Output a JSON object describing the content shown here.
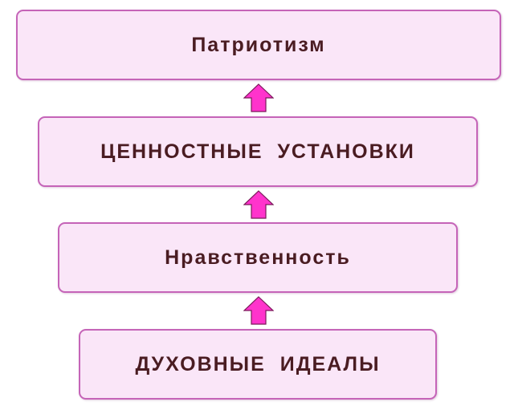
{
  "levels": [
    {
      "label": "Патриотизм"
    },
    {
      "label": "ЦЕННОСТНЫЕ  УСТАНОВКИ"
    },
    {
      "label": "Нравственность"
    },
    {
      "label": "ДУХОВНЫЕ  ИДЕАЛЫ"
    }
  ],
  "colors": {
    "box_fill": "#fae6f8",
    "box_border": "#c564b8",
    "arrow": "#ff33cc",
    "text": "#4a1c22"
  }
}
